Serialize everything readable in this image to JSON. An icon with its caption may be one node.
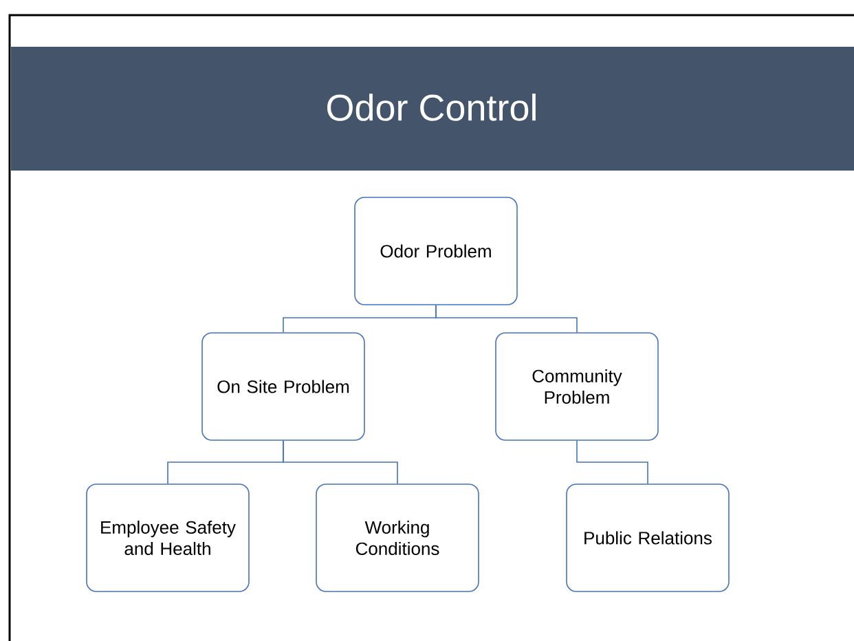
{
  "diagram": {
    "title": "Odor Control",
    "nodes": [
      {
        "text": [
          "Odor Problem"
        ]
      },
      {
        "text": [
          "On Site Problem"
        ]
      },
      {
        "text": [
          "Community Problem"
        ]
      },
      {
        "text": [
          "Employee Safety and Health"
        ]
      },
      {
        "text": [
          "Working Conditions"
        ]
      },
      {
        "text": [
          "Public Relations"
        ]
      }
    ],
    "edges": [
      {
        "from": 0,
        "to": 1,
        "arrow": "none"
      },
      {
        "from": 0,
        "to": 2,
        "arrow": "none"
      },
      {
        "from": 1,
        "to": 3,
        "arrow": "none"
      },
      {
        "from": 1,
        "to": 4,
        "arrow": "none"
      },
      {
        "from": 2,
        "to": 5,
        "arrow": "none"
      }
    ]
  }
}
